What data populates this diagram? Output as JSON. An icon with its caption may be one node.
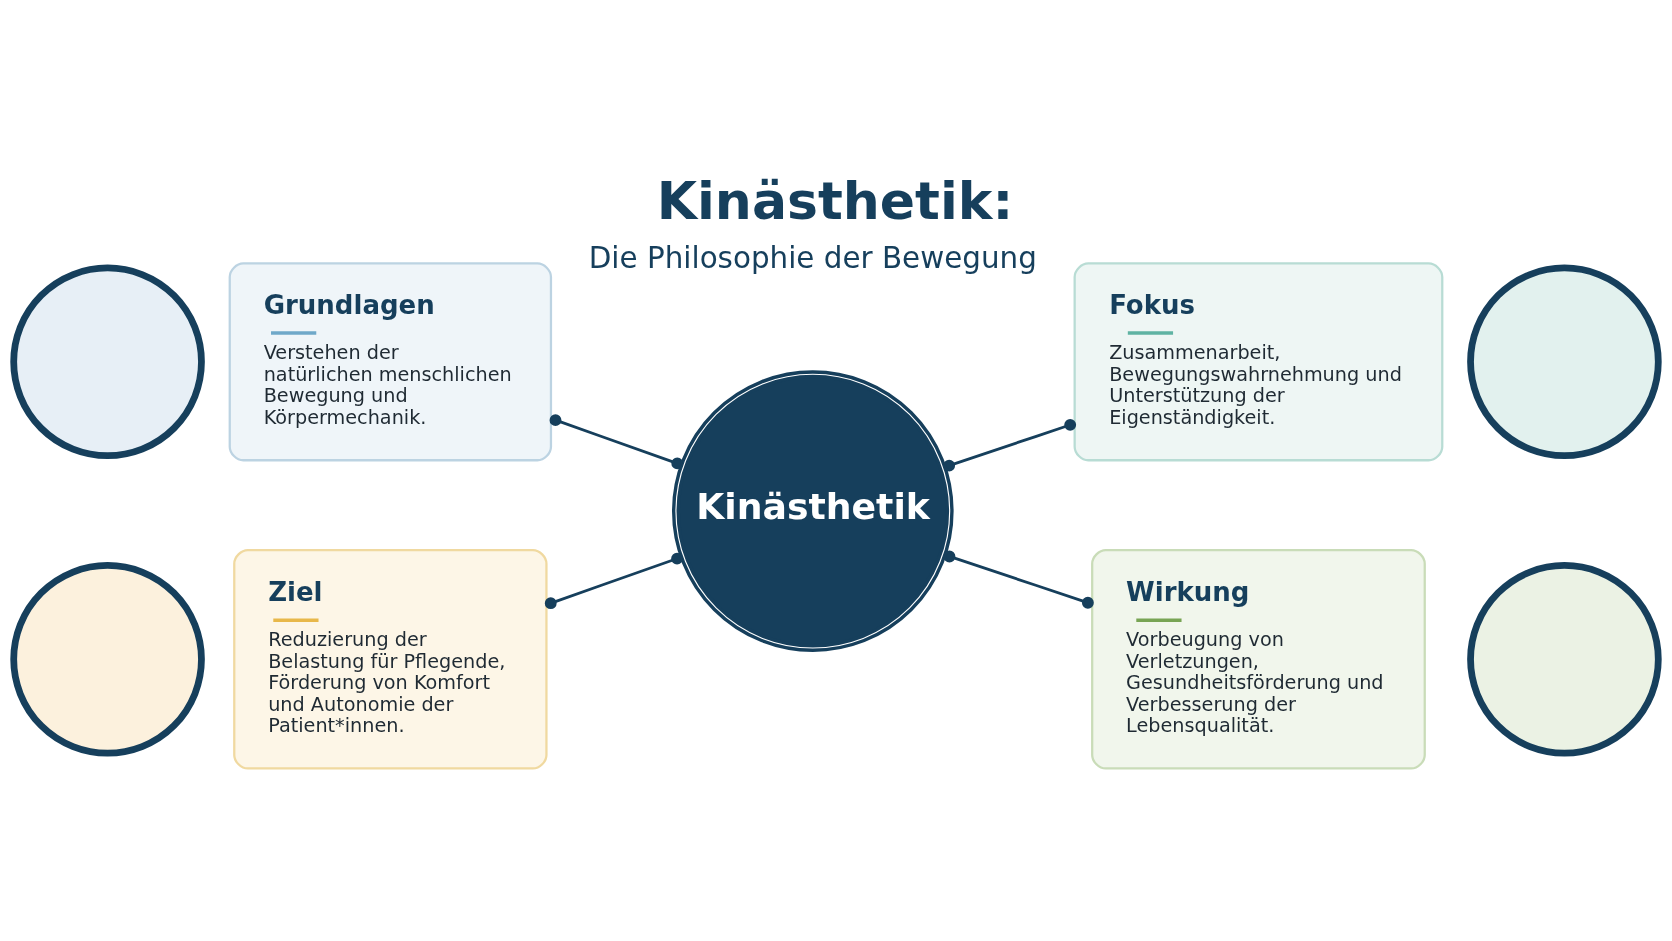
{
  "diagram": {
    "title": "Kinästhetik:",
    "nodes": [
      {
        "text": [],
        "shape": "circle"
      },
      {
        "text": [
          "Grundlagen",
          "Verstehen der natürlichen menschlichen Bewegung und Körpermechanik."
        ]
      },
      {
        "text": [
          "Kinästhetik"
        ]
      },
      {
        "text": [
          "Fokus",
          "Zusammenarbeit, Bewegungswahrnehmung und Unterstützung der Eigenständigkeit."
        ]
      },
      {
        "text": [],
        "shape": "circle"
      },
      {
        "text": [],
        "shape": "circle"
      },
      {
        "text": [
          "Ziel",
          "Reduzierung der Belastung für Pflegende, Förderung von Komfort und Autonomie der Patient*innen."
        ]
      },
      {
        "text": [
          "Wirkung",
          "Vorbeugung von Verletzungen, Gesundheitsförderung und Verbesserung der Lebensqualität."
        ]
      },
      {
        "text": [],
        "shape": "circle"
      }
    ],
    "edges": [
      {
        "from": 1,
        "to": 2,
        "arrow": "other"
      },
      {
        "from": 2,
        "to": 3,
        "arrow": "other"
      },
      {
        "from": 6,
        "to": 2,
        "arrow": "other"
      },
      {
        "from": 2,
        "to": 7,
        "arrow": "other"
      }
    ],
    "labels": [
      "Die Philosophie der Bewegung"
    ]
  }
}
